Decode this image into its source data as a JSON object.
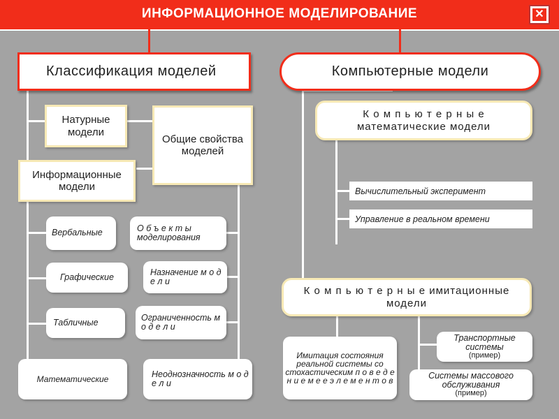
{
  "header": {
    "title": "ИНФОРМАЦИОННОЕ  МОДЕЛИРОВАНИЕ",
    "close_symbol": "✕"
  },
  "colors": {
    "accent": "#f12d1a",
    "background": "#a3a3a3",
    "box_border": "#f7e9b5"
  },
  "left": {
    "title": "Классификация  моделей",
    "natural": "Натурные модели",
    "general_properties": "Общие свойства моделей",
    "informational": "Информационные модели",
    "types": [
      "Вербальные",
      "Графические",
      "Табличные",
      "Математические"
    ],
    "properties": [
      "О б ъ е к т ы моделирования",
      "Назначение м о д е л и",
      "Ограниченность м о д е л и",
      "Неоднозначность м о д е л и"
    ]
  },
  "right": {
    "title": "Компьютерные  модели",
    "math": "К о м п ь ю т е р н ы е математические  модели",
    "math_items": [
      "Вычислительный  эксперимент",
      "Управление  в  реальном  времени"
    ],
    "imitation": "К о м п ь ю т е р н ы е имитационные  модели",
    "imitation_left": "Имитация состояния реальной системы со стохастическим п о в е д е н и е м е е   э л е м е н т о в",
    "transport": "Транспортные системы",
    "mass_service": "Системы  массового обслуживания",
    "example": "(пример)"
  }
}
